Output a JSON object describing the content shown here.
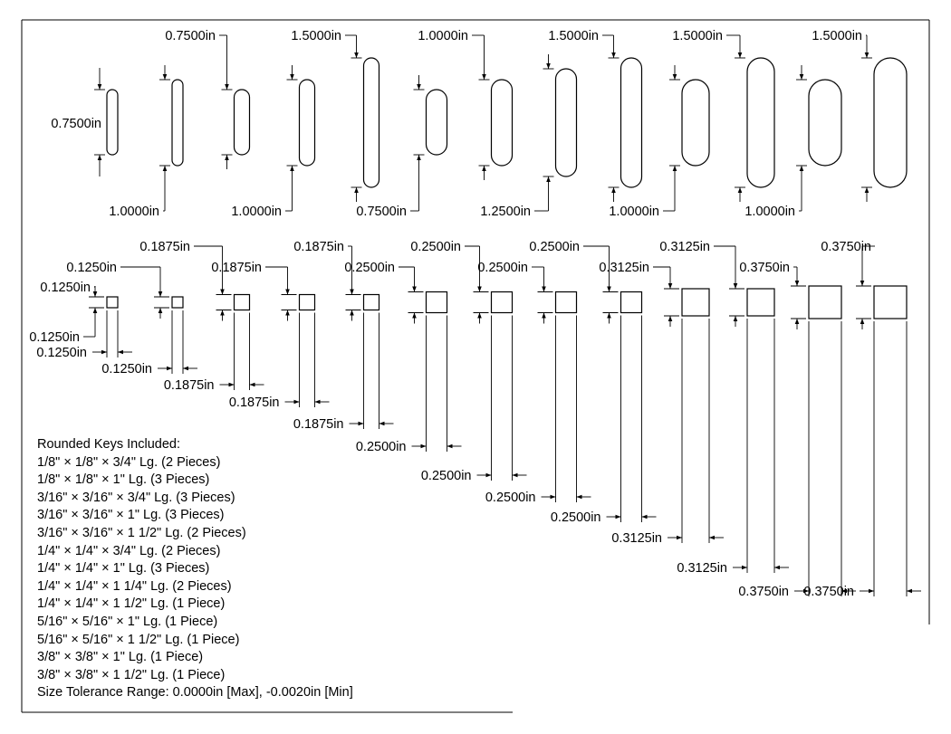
{
  "rounded_keys": [
    {
      "length_label": "0.7500in",
      "width_label": ""
    },
    {
      "length_label": "1.0000in",
      "width_label": ""
    },
    {
      "length_label": "0.7500in",
      "width_label": ""
    },
    {
      "length_label": "1.0000in",
      "width_label": ""
    },
    {
      "length_label": "1.5000in",
      "width_label": ""
    },
    {
      "length_label": "0.7500in",
      "width_label": ""
    },
    {
      "length_label": "1.0000in",
      "width_label": ""
    },
    {
      "length_label": "1.2500in",
      "width_label": ""
    },
    {
      "length_label": "1.5000in",
      "width_label": ""
    },
    {
      "length_label": "1.0000in",
      "width_label": ""
    },
    {
      "length_label": "1.5000in",
      "width_label": ""
    },
    {
      "length_label": "1.0000in",
      "width_label": ""
    },
    {
      "length_label": "1.5000in",
      "width_label": ""
    }
  ],
  "square_keys": [
    {
      "height_label": "0.1250in",
      "width_label": "0.1250in"
    },
    {
      "height_label": "0.1250in",
      "width_label": "0.1250in"
    },
    {
      "height_label": "0.1875in",
      "width_label": "0.1875in"
    },
    {
      "height_label": "0.1875in",
      "width_label": "0.1875in"
    },
    {
      "height_label": "0.1875in",
      "width_label": "0.1875in"
    },
    {
      "height_label": "0.2500in",
      "width_label": "0.2500in"
    },
    {
      "height_label": "0.2500in",
      "width_label": "0.2500in"
    },
    {
      "height_label": "0.2500in",
      "width_label": "0.2500in"
    },
    {
      "height_label": "0.2500in",
      "width_label": "0.2500in"
    },
    {
      "height_label": "0.3125in",
      "width_label": "0.3125in"
    },
    {
      "height_label": "0.3125in",
      "width_label": "0.3125in"
    },
    {
      "height_label": "0.3750in",
      "width_label": "0.3750in"
    },
    {
      "height_label": "0.3750in",
      "width_label": "0.3750in"
    }
  ],
  "notes": {
    "heading": "Rounded Keys Included:",
    "items": [
      "1/8\" × 1/8\" × 3/4\" Lg. (2 Pieces)",
      "1/8\" × 1/8\" × 1\" Lg. (3 Pieces)",
      "3/16\" × 3/16\" × 3/4\" Lg. (3 Pieces)",
      "3/16\" × 3/16\" × 1\" Lg. (3 Pieces)",
      "3/16\" × 3/16\" × 1 1/2\" Lg. (2 Pieces)",
      "1/4\" × 1/4\" × 3/4\" Lg. (2 Pieces)",
      "1/4\" × 1/4\" × 1\" Lg. (3 Pieces)",
      "1/4\" × 1/4\" × 1 1/4\" Lg. (2 Pieces)",
      "1/4\" × 1/4\" × 1 1/2\" Lg. (1 Piece)",
      "5/16\" × 5/16\" × 1\" Lg. (1 Piece)",
      "5/16\" × 5/16\" × 1 1/2\" Lg. (1 Piece)",
      "3/8\" × 3/8\" × 1\" Lg. (1 Piece)",
      "3/8\" × 3/8\" × 1 1/2\" Lg. (1 Piece)"
    ],
    "tolerance": "Size Tolerance Range: 0.0000in [Max], -0.0020in [Min]"
  }
}
